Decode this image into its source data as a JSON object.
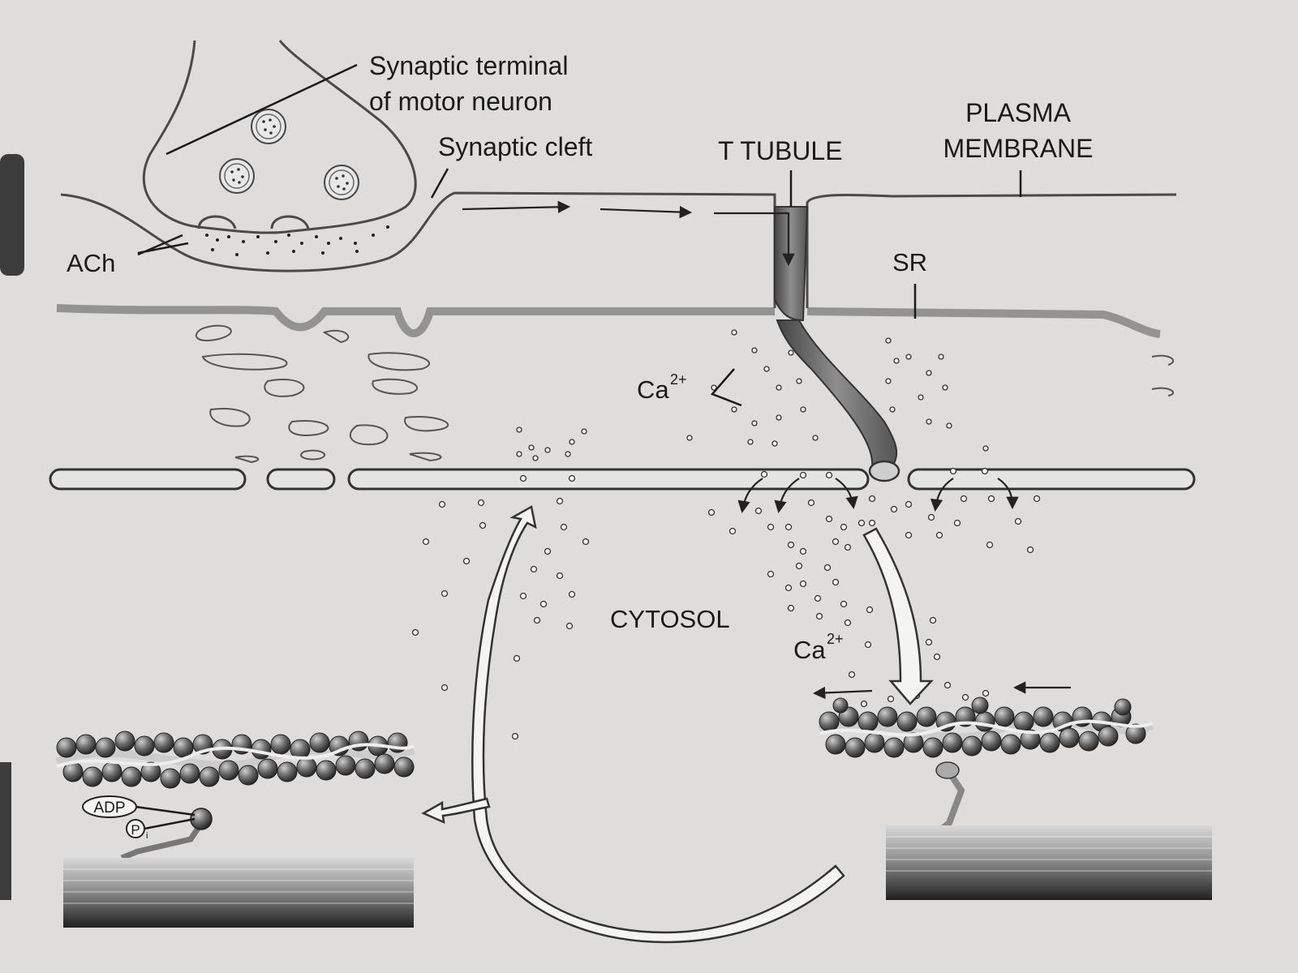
{
  "labels": {
    "synaptic_terminal_line1": "Synaptic terminal",
    "synaptic_terminal_line2": "of motor neuron",
    "synaptic_cleft": "Synaptic cleft",
    "t_tubule": "T TUBULE",
    "plasma_membrane_line1": "PLASMA",
    "plasma_membrane_line2": "MEMBRANE",
    "ach": "ACh",
    "sr": "SR",
    "calcium_upper": "Ca",
    "calcium_upper_sup": "2+",
    "cytosol": "CYTOSOL",
    "calcium_lower": "Ca",
    "calcium_lower_sup": "2+",
    "adp": "ADP",
    "phosphate": "P",
    "phosphate_sub": "i"
  },
  "colors": {
    "paper": "#dedddb",
    "ink": "#1a1a1a",
    "actin": "#555555",
    "myosin": "#3a3a3a"
  }
}
